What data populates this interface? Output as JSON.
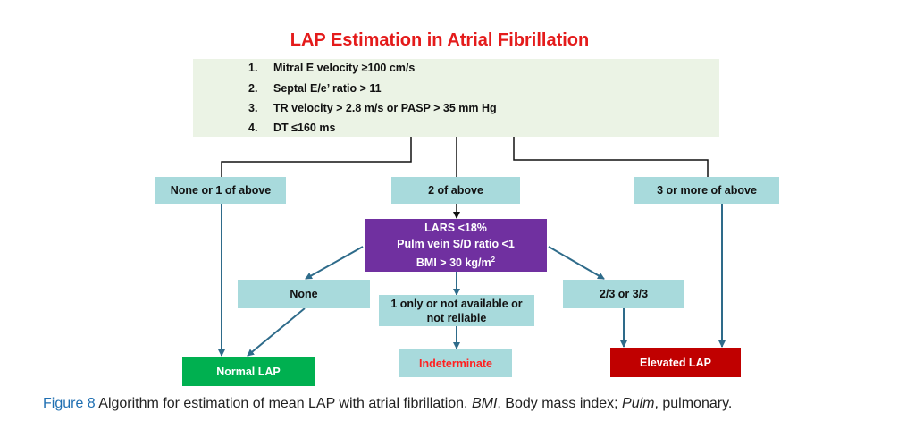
{
  "title": "LAP Estimation in Atrial Fibrillation",
  "criteria": [
    {
      "num": "1.",
      "text": "Mitral E velocity ≥100 cm/s"
    },
    {
      "num": "2.",
      "text": "Septal E/e’ ratio > 11"
    },
    {
      "num": "3.",
      "text": "TR velocity > 2.8 m/s or PASP > 35 mm Hg"
    },
    {
      "num": "4.",
      "text": "DT ≤160 ms"
    }
  ],
  "branches": {
    "none_or_one": "None or 1 of above",
    "two": "2 of above",
    "three_or_more": "3 or more of above"
  },
  "secondary": {
    "line1": "LARS <18%",
    "line2": "Pulm vein S/D ratio <1",
    "line3_prefix": "BMI > 30 kg/m",
    "line3_sup": "2"
  },
  "sub_branches": {
    "none": "None",
    "one_or_na_line1": "1 only or not available or",
    "one_or_na_line2": "not reliable",
    "two_or_three": "2/3 or 3/3"
  },
  "outcomes": {
    "normal": "Normal LAP",
    "indeterminate": "Indeterminate",
    "elevated": "Elevated  LAP"
  },
  "caption": {
    "figure_label": "Figure 8",
    "text_a": " Algorithm for estimation of mean LAP with atrial fibrillation. ",
    "bmi_abbr": "BMI",
    "text_b": ", Body mass index; ",
    "pulm_abbr": "Pulm",
    "text_c": ", pulmonary."
  },
  "colors": {
    "title": "#e41b1b",
    "criteria_bg": "#ebf3e5",
    "teal_box": "#a8dadc",
    "purple_box": "#7030a0",
    "normal_box": "#00b050",
    "elevated_box": "#c00000",
    "indeterminate_text": "#ff2020",
    "arrow": "#2e6b8a",
    "caption_label": "#1f6fb2"
  }
}
